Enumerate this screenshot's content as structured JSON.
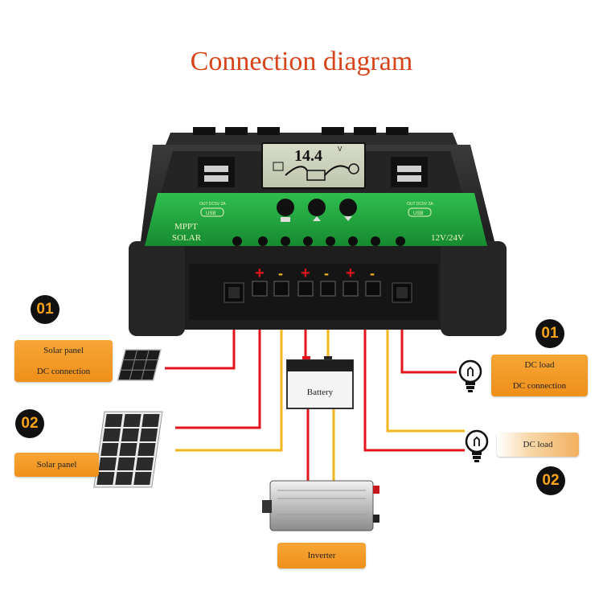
{
  "title": "Connection diagram",
  "controller": {
    "model": "MPPT",
    "type": "SOLAR",
    "voltage": "12V/24V",
    "lcd_reading": "14.4",
    "lcd_unit": "V",
    "usb_left_label": "OUT DC5V 2A",
    "usb_right_label": "OUT DC5V 2A",
    "usb_word": "USB",
    "terminal_polarity": [
      "+",
      "-",
      "+",
      "-",
      "+",
      "-"
    ]
  },
  "left_section": {
    "item1": {
      "badge": "01",
      "lines": [
        "Solar panel",
        "DC connection"
      ]
    },
    "item2": {
      "badge": "02",
      "lines": [
        "Solar panel"
      ]
    }
  },
  "right_section": {
    "item1": {
      "badge": "01",
      "lines": [
        "DC load",
        "DC connection"
      ]
    },
    "item2": {
      "badge": "02",
      "lines": [
        "DC load"
      ]
    }
  },
  "battery": {
    "label": "Battery"
  },
  "inverter": {
    "label": "Inverter"
  },
  "colors": {
    "title": "#d8441a",
    "positive_wire": "#e3141b",
    "negative_wire": "#f2b51f",
    "label_bg": "#f39a26",
    "controller_green": "#1f9f3b",
    "controller_body": "#2a2a2a"
  },
  "icons": [
    "solar-panel-icon",
    "bulb-icon",
    "battery-icon",
    "inverter-icon",
    "usb-port-icon",
    "lcd-display"
  ]
}
